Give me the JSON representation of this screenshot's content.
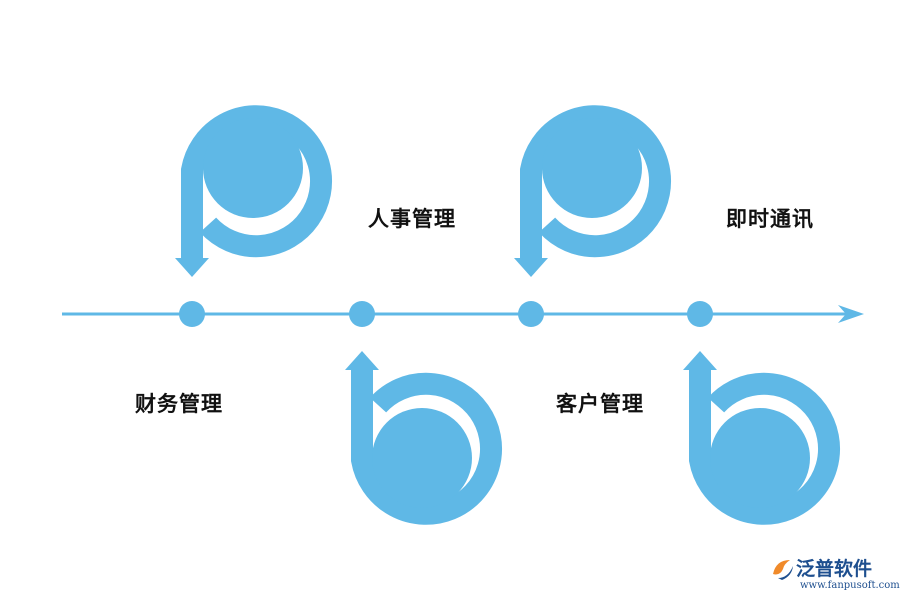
{
  "colors": {
    "accent": "#5fb8e6",
    "text": "#111111",
    "brand": "#1e4f8f",
    "brand_orange": "#f08a2a"
  },
  "nodes": [
    {
      "label": "财务管理",
      "icon": "p-loop-arrow-down-icon"
    },
    {
      "label": "人事管理",
      "icon": "b-loop-arrow-up-icon"
    },
    {
      "label": "客户管理",
      "icon": "p-loop-arrow-down-icon"
    },
    {
      "label": "即时通讯",
      "icon": "b-loop-arrow-up-icon"
    }
  ],
  "brand": {
    "name": "泛普软件",
    "url": "www.fanpusoft.com",
    "icon": "fanpu-logo-icon"
  }
}
